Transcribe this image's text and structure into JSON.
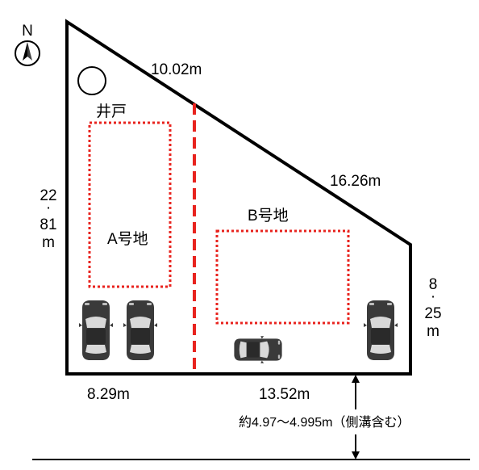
{
  "compass": {
    "north_label": "N"
  },
  "well": {
    "label": "井戸"
  },
  "lots": [
    {
      "label": "A号地"
    },
    {
      "label": "B号地"
    }
  ],
  "dimensions": {
    "top_left_edge": "10.02m",
    "top_right_edge": "16.26m",
    "left_edge": [
      "22",
      "·",
      "81",
      "m"
    ],
    "right_edge": [
      "8",
      "·",
      "25",
      "m"
    ],
    "bottom_left": "8.29m",
    "bottom_right": "13.52m",
    "road_width": "約4.97～4.995m（側溝含む）"
  },
  "colors": {
    "boundary": "#000000",
    "lot_divider": "#e8231e",
    "lot_area": "#e8231e",
    "car_body": "#3a3a3a"
  },
  "icons": {
    "parking_car_count": 4,
    "well_symbol": "circle"
  }
}
